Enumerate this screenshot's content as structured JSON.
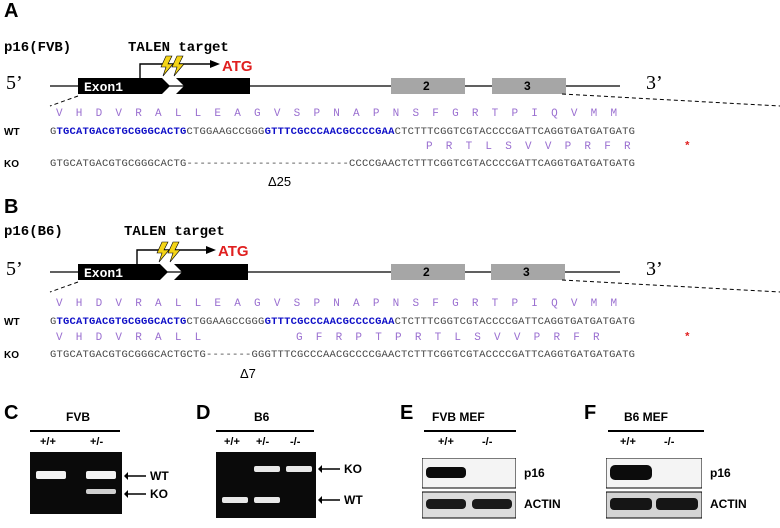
{
  "panel_a": {
    "letter": "A",
    "gene_label": "p16(FVB)",
    "talen_label": "TALEN target",
    "atg_label": "ATG",
    "five_prime": "5’",
    "three_prime": "3’",
    "exon1": "Exon1",
    "exon2": "2",
    "exon3": "3",
    "wt_aa": "V  H  D  V  R  A  L  L  E  A  G  V  S  P  N  A  P  N  S  F  G  R  T  P  I  Q  V  M  M",
    "wt_label": "WT",
    "wt_seq_1": "G",
    "wt_seq_blue1": "TGCATGACGTGCGGGCACTG",
    "wt_seq_2": "CTGGAAGCCGGG",
    "wt_seq_blue2": "GTTTCGCCCAACGCCCCGAA",
    "wt_seq_3": "CTCTTTCGGTCGTACCCCGATTCAGGTGATGATGATG",
    "ko_aa": "P  R  T  L  S  V  V  P  R  F  R",
    "ko_stop": "*",
    "ko_label": "KO",
    "ko_seq": "GTGCATGACGTGCGGGCACTG-------------------------CCCCGAACTCTTTCGGTCGTACCCCGATTCAGGTGATGATGATG",
    "deletion": "Δ25"
  },
  "panel_b": {
    "letter": "B",
    "gene_label": "p16(B6)",
    "talen_label": "TALEN target",
    "atg_label": "ATG",
    "five_prime": "5’",
    "three_prime": "3’",
    "exon1": "Exon1",
    "exon2": "2",
    "exon3": "3",
    "wt_aa": "V  H  D  V  R  A  L  L  E  A  G  V  S  P  N  A  P  N  S  F  G  R  T  P  I  Q  V  M  M",
    "wt_label": "WT",
    "wt_seq_1": "G",
    "wt_seq_blue1": "TGCATGACGTGCGGGCACTG",
    "wt_seq_2": "CTGGAAGCCGGG",
    "wt_seq_blue2": "GTTTCGCCCAACGCCCCGAA",
    "wt_seq_3": "CTCTTTCGGTCGTACCCCGATTCAGGTGATGATGATG",
    "ko_aa_1": "V  H  D  V  R  A  L  L",
    "ko_aa_2": "G  F  R  P  T  P  R  T  L  S  V  V  P  R  F  R",
    "ko_stop": "*",
    "ko_label": "KO",
    "ko_seq": "GTGCATGACGTGCGGGCACTGCTG-------GGGTTTCGCCCAACGCCCCGAACTCTTTCGGTCGTACCCCGATTCAGGTGATGATGATG",
    "deletion": "Δ7"
  },
  "panel_c": {
    "letter": "C",
    "title": "FVB",
    "lanes": [
      "+/+",
      "+/-"
    ],
    "band_labels": [
      "WT",
      "KO"
    ]
  },
  "panel_d": {
    "letter": "D",
    "title": "B6",
    "lanes": [
      "+/+",
      "+/-",
      "-/-"
    ],
    "band_labels": [
      "KO",
      "WT"
    ]
  },
  "panel_e": {
    "letter": "E",
    "title": "FVB MEF",
    "lanes": [
      "+/+",
      "-/-"
    ],
    "band_labels": [
      "p16",
      "ACTIN"
    ]
  },
  "panel_f": {
    "letter": "F",
    "title": "B6 MEF",
    "lanes": [
      "+/+",
      "-/-"
    ],
    "band_labels": [
      "p16",
      "ACTIN"
    ]
  },
  "colors": {
    "exon1": "#000000",
    "exon_other": "#a6a6a6",
    "talen_bolt": "#f4d417",
    "atg": "#e02020",
    "aa": "#9a6fd0",
    "talen_site": "#1010c8",
    "stop": "#e02020"
  }
}
